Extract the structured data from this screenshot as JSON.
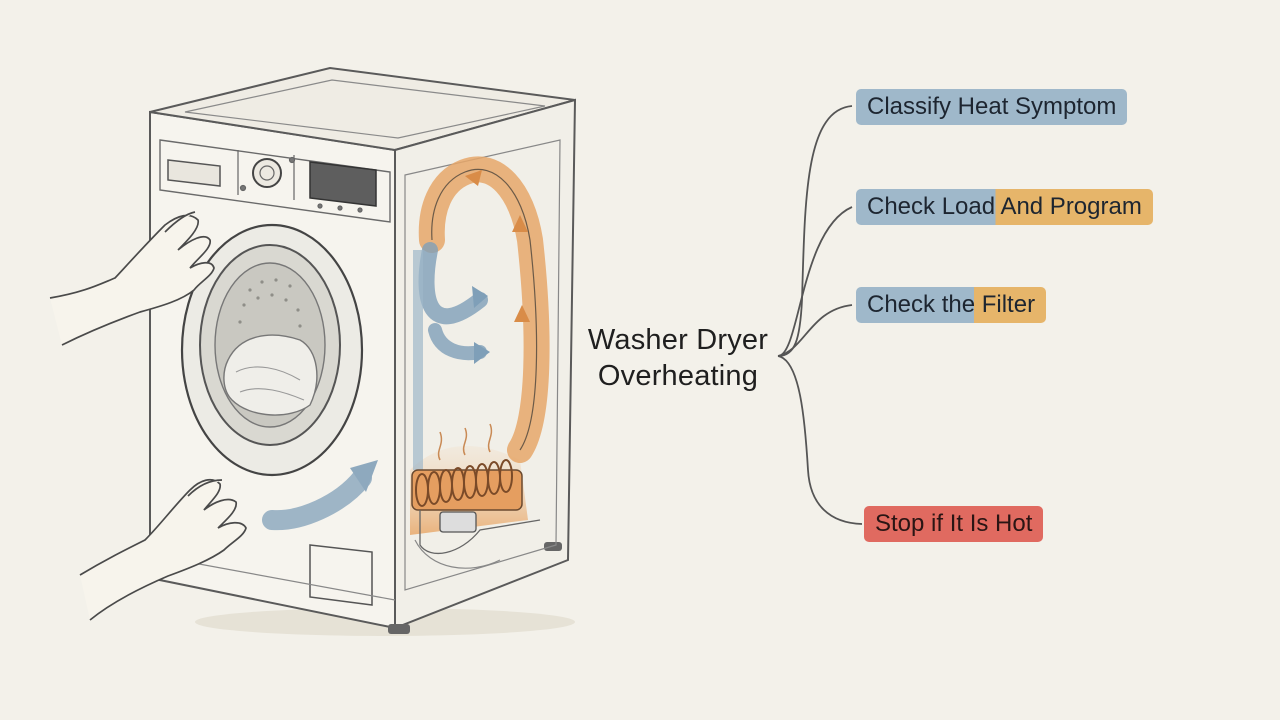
{
  "diagram": {
    "title_lines": [
      "Washer Dryer",
      "Overheating"
    ],
    "branches": [
      {
        "parts": [
          "Classify Heat Symptom"
        ],
        "style": "blue"
      },
      {
        "parts": [
          "Check Load",
          " And Program"
        ],
        "style": "split"
      },
      {
        "parts": [
          "Check the",
          " Filter"
        ],
        "style": "split2"
      },
      {
        "parts": [
          "Stop if It Is Hot"
        ],
        "style": "red"
      }
    ]
  },
  "colors": {
    "blue": "#9fb8ca",
    "orange": "#e6b56a",
    "red": "#e06a60",
    "line": "#555555",
    "sketch": "#5a5a5a"
  }
}
